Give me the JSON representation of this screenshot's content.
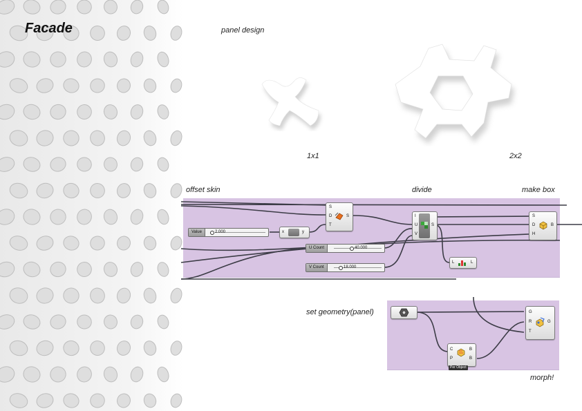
{
  "title": "Facade",
  "panel_section": {
    "heading": "panel design",
    "labels": [
      "1x1",
      "2x2"
    ]
  },
  "definition": {
    "labels": {
      "offset_skin": "offset skin",
      "divide": "divide",
      "make_box": "make box",
      "set_geometry": "set geometry(panel)",
      "morph": "morph!"
    },
    "value_slider": {
      "name": "Value",
      "value": "2.000"
    },
    "expression": {
      "in": "x",
      "out": "y"
    },
    "u_slider": {
      "name": "U Count",
      "value": "40.000"
    },
    "v_slider": {
      "name": "V Count",
      "value": "18.000"
    },
    "surface_comp": {
      "inputs": [
        "S",
        "D",
        "T"
      ],
      "output": "S"
    },
    "divide_comp": {
      "inputs": [
        "I",
        "U",
        "V"
      ],
      "output": "S"
    },
    "box_comp": {
      "inputs": [
        "S",
        "D",
        "H"
      ],
      "output": "B"
    },
    "list_comp": {
      "input": "L",
      "output": "L"
    },
    "bbox_comp": {
      "inputs": [
        "C",
        "P"
      ],
      "outputs": [
        "B",
        "B"
      ],
      "tag": "Per Object"
    },
    "morph_comp": {
      "inputs": [
        "G",
        "R",
        "T"
      ],
      "output": "G"
    }
  },
  "colors": {
    "group_fill": "#d8c4e3",
    "wire": "#3c3c46",
    "canvas": "#ffffff"
  }
}
